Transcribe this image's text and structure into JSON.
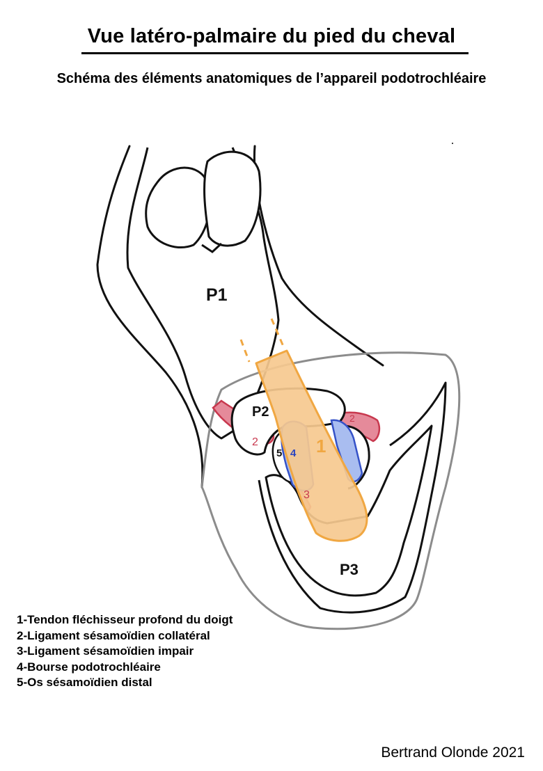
{
  "title": "Vue latéro-palmaire du pied du cheval",
  "subtitle": "Schéma des éléments anatomiques de l’appareil podotrochléaire",
  "bone_labels": {
    "p1": "P1",
    "p2": "P2",
    "p3": "P3"
  },
  "structure_numbers": {
    "tendon": "1",
    "collateral_left": "2",
    "collateral_right": "2",
    "impar": "3",
    "bursa": "4",
    "sesamoid": "5"
  },
  "legend": [
    "1-Tendon fléchisseur profond du doigt",
    "2-Ligament sésamoïdien collatéral",
    "3-Ligament sésamoïdien impair",
    "4-Bourse podotrochléaire",
    "5-Os sésamoïdien distal"
  ],
  "author": "Bertrand Olonde 2021",
  "colors": {
    "outline": "#111111",
    "hoof_outline": "#8c8c8c",
    "tendon_fill": "#f6c98f",
    "tendon_edge": "#f0a742",
    "ligament_fill": "#e58a9a",
    "ligament_edge": "#c8384e",
    "bursa_fill": "#a9bdf0",
    "bursa_edge": "#3552c8",
    "ligament_text": "#c8384e",
    "bursa_text": "#2a45c0",
    "tendon_text": "#f0a742"
  }
}
